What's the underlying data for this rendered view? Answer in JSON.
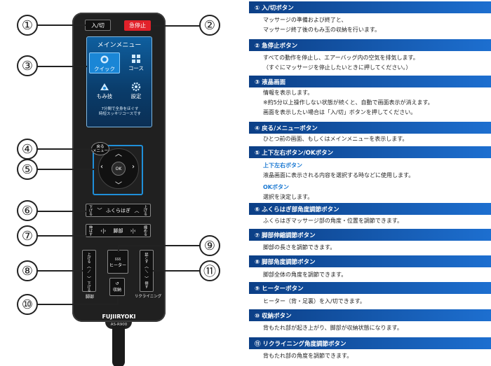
{
  "remote": {
    "power_label": "入/切",
    "estop_label": "急停止",
    "screen_title": "メインメニュー",
    "tiles": [
      "クイック",
      "コース",
      "もみ技",
      "設定"
    ],
    "screen_note_1": "7分間で全身をほぐす",
    "screen_note_2": "時短スッキリコースです",
    "back_label_1": "戻る",
    "back_label_2": "メニュー",
    "ok_label": "OK",
    "calf_label": "ふくらはぎ",
    "calf_down": "下げる",
    "calf_up": "上げる",
    "extend_label": "脚部",
    "extend_in": "縮める",
    "extend_out": "伸ばす",
    "leg_up": "上げる",
    "leg_down": "下げる",
    "leg_label": "脚部",
    "heater_label": "ヒーター",
    "storage_label": "収納",
    "recline_up": "起こす",
    "recline_down": "倒す",
    "recline_label": "リクライニング",
    "brand": "FUJIIRYOKI",
    "model": "AS-R900"
  },
  "callouts": [
    "①",
    "②",
    "③",
    "④",
    "⑤",
    "⑥",
    "⑦",
    "⑧",
    "⑨",
    "⑩",
    "⑪"
  ],
  "sections": [
    {
      "title": "①  入/切ボタン",
      "lines": [
        "マッサージの準備および終了と、",
        "マッサージ終了後のもみ玉の収納を行います。"
      ]
    },
    {
      "title": "②  急停止ボタン",
      "lines": [
        "すべての動作を停止し、エアーバッグ内の空気を排気します。",
        "（すぐにマッサージを停止したいときに押してください。）"
      ]
    },
    {
      "title": "③  液晶画面",
      "lines": [
        "情報を表示します。",
        "※約5分以上操作しない状態が続くと、自動で画面表示が消えます。",
        "画面を表示したい場合は「入/切」ボタンを押してください。"
      ]
    },
    {
      "title": "④  戻る/メニューボタン",
      "lines": [
        "ひとつ前の画面、もしくはメインメニューを表示します。"
      ]
    },
    {
      "title": "⑤  上下左右ボタン/OKボタン",
      "sub1": "上下左右ボタン",
      "line1": "液晶画面に表示される内容を選択する時などに使用します。",
      "sub2": "OKボタン",
      "line2": "選択を決定します。"
    },
    {
      "title": "⑥  ふくらはぎ部角度調節ボタン",
      "lines": [
        "ふくらはぎマッサージ部の角度・位置を調節できます。"
      ]
    },
    {
      "title": "⑦  脚部伸縮調節ボタン",
      "lines": [
        "脚部の長さを調節できます。"
      ]
    },
    {
      "title": "⑧  脚部角度調節ボタン",
      "lines": [
        "脚部全体の角度を調節できます。"
      ]
    },
    {
      "title": "⑨  ヒーターボタン",
      "lines": [
        "ヒーター（背・足裏）を入/切できます。"
      ]
    },
    {
      "title": "⑩  収納ボタン",
      "lines": [
        "背もたれ部が起き上がり、脚部が収納状態になります。"
      ]
    },
    {
      "title": "⑪  リクライニング角度調節ボタン",
      "lines": [
        "背もたれ部の角度を調節できます。"
      ]
    }
  ],
  "colors": {
    "accent": "#1a78d2",
    "header": "#0c3f86",
    "estop": "#e2212a"
  }
}
